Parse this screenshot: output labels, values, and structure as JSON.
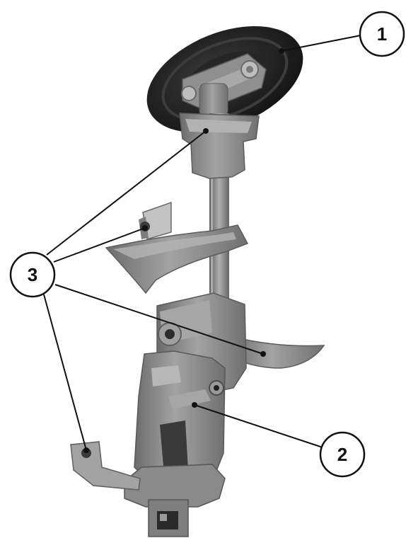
{
  "callouts": [
    {
      "id": "1",
      "label": "1"
    },
    {
      "id": "2",
      "label": "2"
    },
    {
      "id": "3",
      "label": "3"
    }
  ],
  "colors": {
    "background": "#ffffff",
    "metal": "#8c8c8c",
    "metal_dark": "#6f6f6f",
    "metal_light": "#a8a8a8",
    "wheel": "#1c1c1c",
    "line": "#111111"
  }
}
